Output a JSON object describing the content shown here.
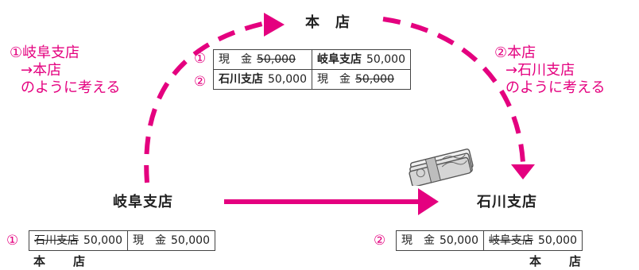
{
  "colors": {
    "accent": "#e4007f",
    "text": "#222222",
    "border": "#444444"
  },
  "nodes": {
    "head_office": "本　店",
    "gifu_branch": "岐阜支店",
    "ishikawa_branch": "石川支店"
  },
  "annotations": {
    "left": [
      "①岐阜支店",
      "→本店",
      "のように考える"
    ],
    "right": [
      "②本店",
      "→石川支店",
      "のように考える"
    ]
  },
  "icons": {
    "arrow": "arrow-right-icon",
    "money": "money-bundle-icon"
  },
  "head_office_entries": [
    {
      "number": "①",
      "debit": {
        "account": "現　金",
        "amount": "50,000",
        "struck": true,
        "bold": false
      },
      "credit": {
        "account": "岐阜支店",
        "amount": "50,000",
        "struck": false,
        "bold": true
      }
    },
    {
      "number": "②",
      "debit": {
        "account": "石川支店",
        "amount": "50,000",
        "struck": false,
        "bold": true
      },
      "credit": {
        "account": "現　金",
        "amount": "50,000",
        "struck": true,
        "bold": false
      }
    }
  ],
  "gifu_entry": {
    "number": "①",
    "debit": {
      "account": "石川支店",
      "amount": "50,000",
      "struck": true
    },
    "credit": {
      "account": "現　金",
      "amount": "50,000",
      "struck": false
    },
    "label_under": "本　店"
  },
  "ishikawa_entry": {
    "number": "②",
    "debit": {
      "account": "現　金",
      "amount": "50,000",
      "struck": false
    },
    "credit": {
      "account": "岐阜支店",
      "amount": "50,000",
      "struck": true
    },
    "label_under": "本　店"
  }
}
